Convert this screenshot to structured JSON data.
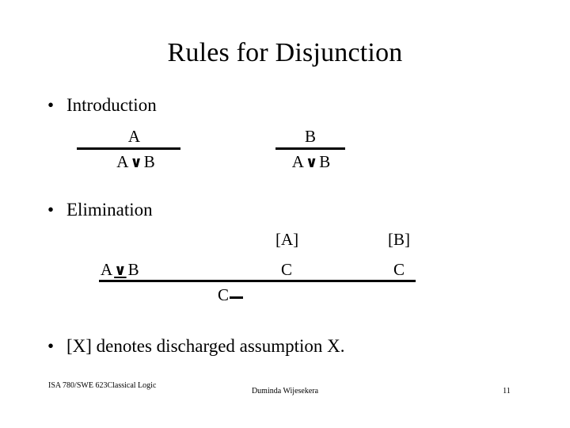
{
  "slide": {
    "title": "Rules for Disjunction",
    "bullets": [
      {
        "marker": "•",
        "label": "Introduction"
      },
      {
        "marker": "•",
        "label": "Elimination"
      },
      {
        "marker": "•",
        "label": "[X] denotes discharged assumption X."
      }
    ],
    "introduction_rules": [
      {
        "premise": "A",
        "conclusion_left": "A",
        "conclusion_op": "∨",
        "conclusion_right": "B",
        "conclusion": "A ∨ B"
      },
      {
        "premise": "B",
        "conclusion_left": "A",
        "conclusion_op": "∨",
        "conclusion_right": "B",
        "conclusion": "A ∨ B"
      }
    ],
    "elimination_rule": {
      "assumptions": [
        "[A]",
        "[B]"
      ],
      "premise_disjunction_left": "A",
      "premise_disjunction_op": "∨",
      "premise_disjunction_right": "B",
      "premise_disjunction": "A ∨ B",
      "premise_c_first": "C",
      "premise_c_second": "C",
      "conclusion": "C"
    }
  },
  "footer": {
    "course": "ISA 780/SWE 623Classical Logic",
    "author": "Duminda Wijesekera",
    "page_number": "11"
  },
  "colors": {
    "background": "#ffffff",
    "text": "#000000",
    "rule_line": "#000000"
  }
}
